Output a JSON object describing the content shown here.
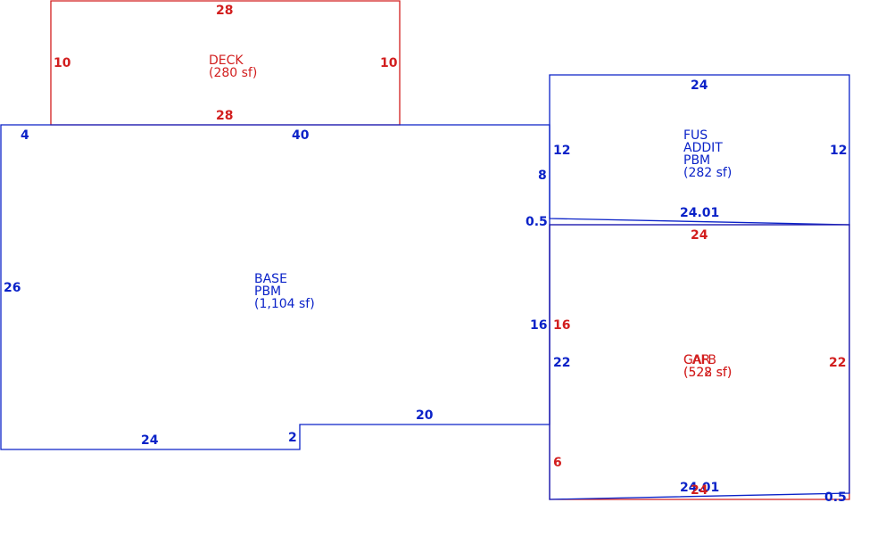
{
  "colors": {
    "blue": "#0a22c8",
    "red": "#d21e1e"
  },
  "areas": {
    "deck": {
      "name": "DECK",
      "area": "(280 sf)"
    },
    "base": {
      "line1": "BASE",
      "line2": "PBM",
      "area": "(1,104 sf)"
    },
    "fus_addit": {
      "line1": "FUS",
      "line2": "ADDIT",
      "line3": "PBM",
      "area": "(282 sf)"
    },
    "garage_blue": {
      "line1": "GAR",
      "area": "(528 sf)"
    },
    "garage_red": {
      "line1": "CAFB",
      "area": "(522 sf)"
    }
  },
  "dimensions": {
    "deck_top": "28",
    "deck_left": "10",
    "deck_right": "10",
    "deck_bottom": "28",
    "base_top_left": "4",
    "base_top": "40",
    "base_left": "26",
    "base_right_upper": "8",
    "base_right_offset": "0.5",
    "base_right_lower": "16",
    "base_bottom_step_top": "20",
    "base_bottom_step": "2",
    "base_bottom": "24",
    "fus_top": "24",
    "fus_left": "12",
    "fus_right": "12",
    "fus_bottom": "24.01",
    "gar_top_red": "24",
    "gar_left_red": "16",
    "gar_left_blue": "22",
    "gar_right_red": "22",
    "gar_left_lower_red": "6",
    "gar_bottom_blue": "24.01",
    "gar_bottom_red": "24",
    "gar_bottom_offset": "0.5"
  }
}
